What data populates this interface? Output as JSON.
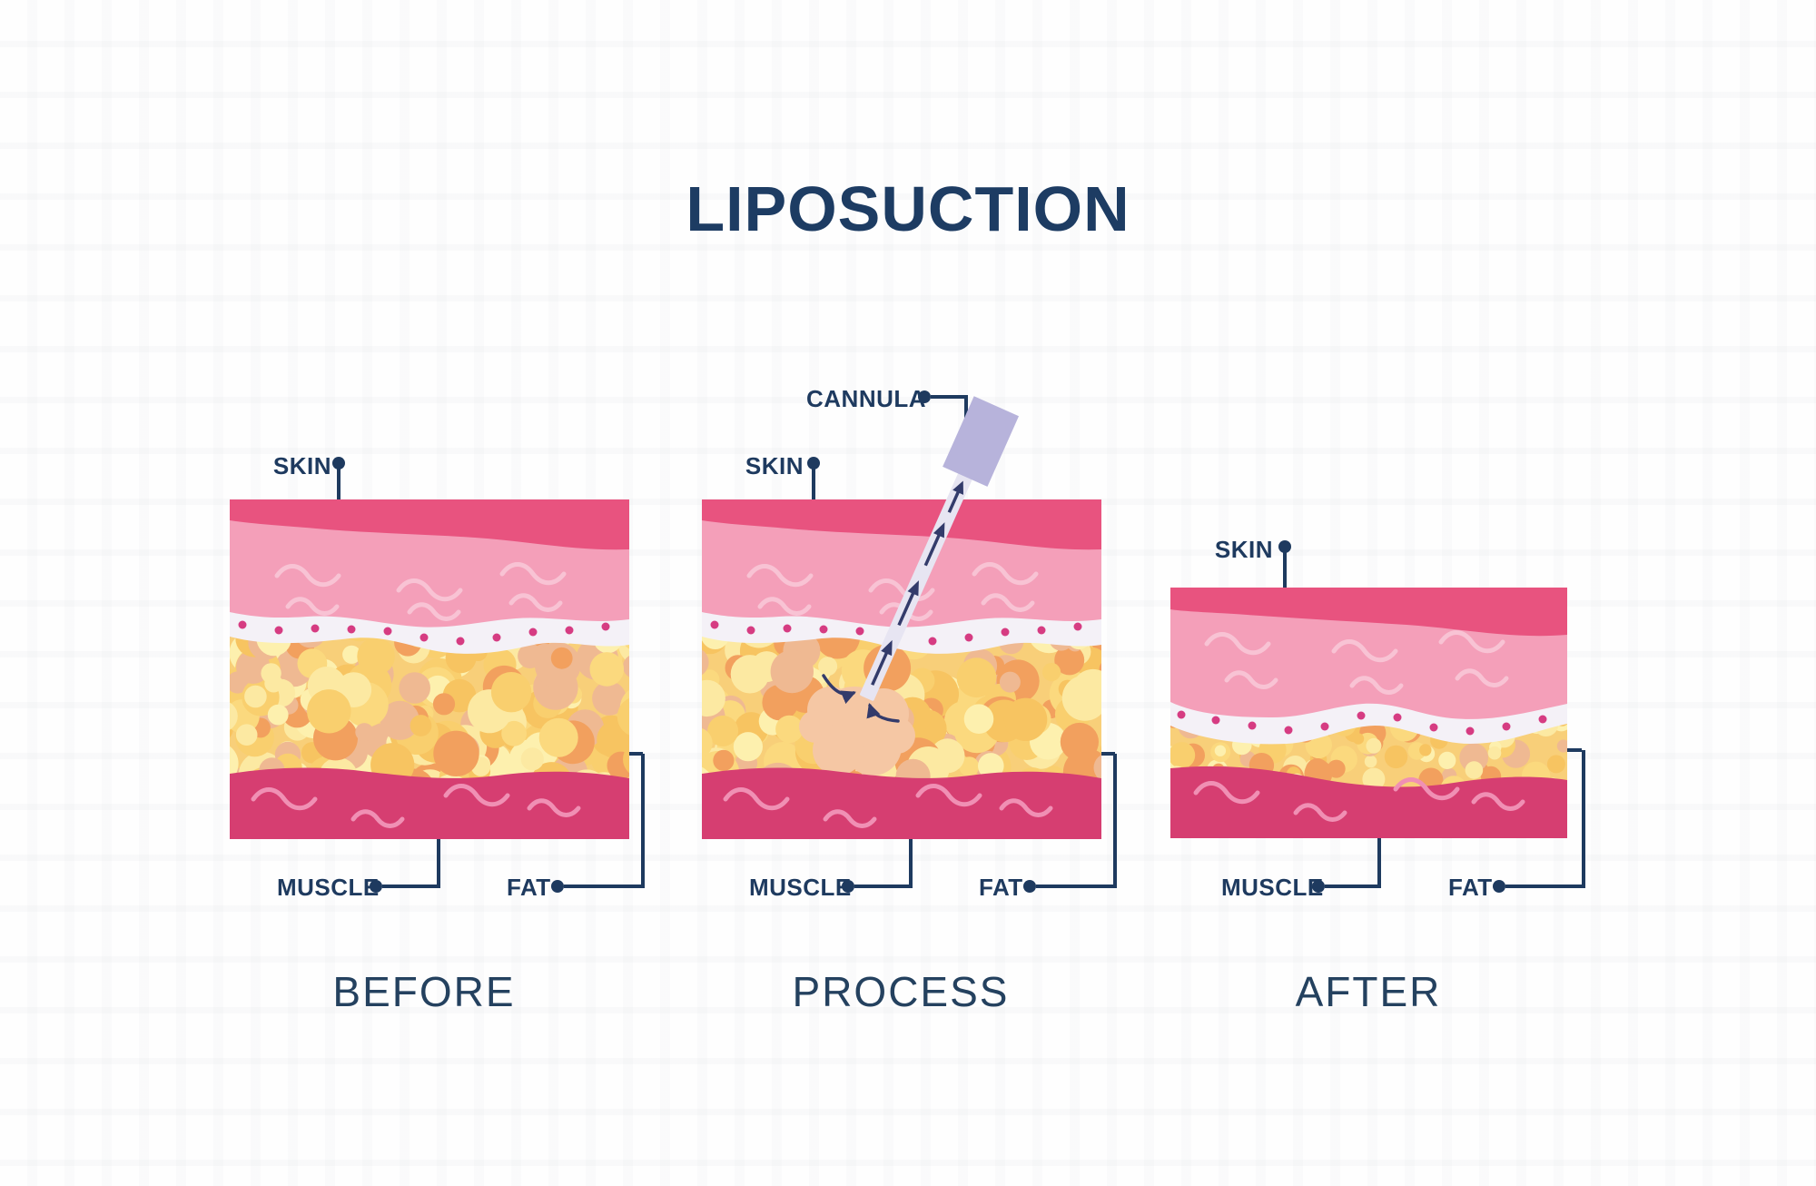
{
  "title": "LIPOSUCTION",
  "panels": [
    {
      "id": "before",
      "caption": "BEFORE",
      "labels": {
        "skin": "SKIN",
        "muscle": "MUSCLE",
        "fat": "FAT"
      }
    },
    {
      "id": "process",
      "caption": "PROCESS",
      "labels": {
        "skin": "SKIN",
        "muscle": "MUSCLE",
        "fat": "FAT",
        "cannula": "CANNULA"
      }
    },
    {
      "id": "after",
      "caption": "AFTER",
      "labels": {
        "skin": "SKIN",
        "muscle": "MUSCLE",
        "fat": "FAT"
      }
    }
  ],
  "colors": {
    "title_navy": "#1d3c63",
    "label_navy": "#1e3a5f",
    "caption_navy": "#24415f",
    "skin_strip": "#e8537f",
    "dermis": "#f49fb9",
    "dermis_squiggle": "#f8c3d4",
    "membrane_band": "#f4f1f7",
    "band_dot": "#d63c82",
    "fat_base": "#f8cf79",
    "fat_palette": [
      "#fce9a2",
      "#fbd97e",
      "#f7c461",
      "#f2a05e",
      "#efb992",
      "#fdf0ae",
      "#f9cf6e"
    ],
    "muscle": "#d63e71",
    "muscle_squiggle": "#f090b4",
    "cannula_shaft": "#e7e5f2",
    "cannula_handle": "#b7b3db",
    "suction_arrow": "#333b6b",
    "loosened_fat_blob": "#f5c7a4",
    "background": "#fefefe"
  }
}
